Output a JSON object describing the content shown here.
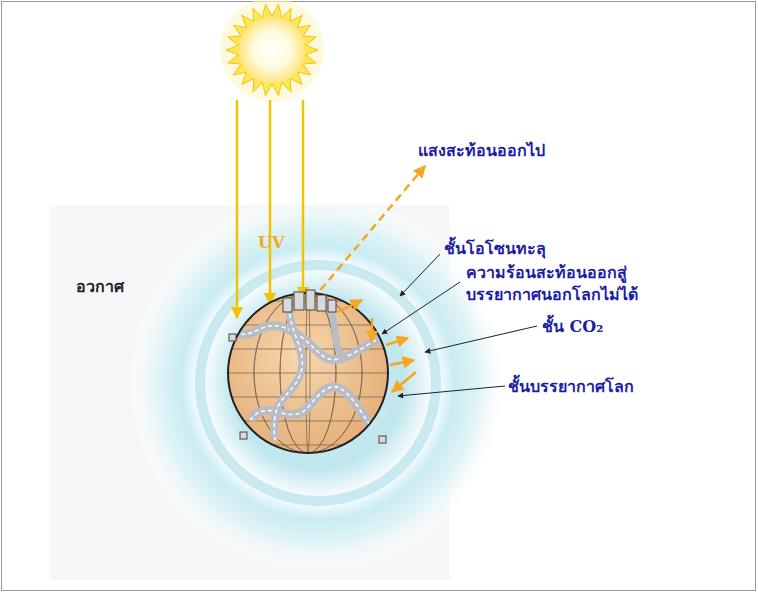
{
  "diagram": {
    "labels": [
      "แสงสะท้อนออกไป",
      "UV",
      "อวกาศ",
      "ชั้นโอโซนทะลุ",
      "ความร้อนสะท้อนออกสู่ บรรยากาศนอกโลกไม่ได้",
      "ชั้น CO₂",
      "ชั้นบรรยากาศโลก"
    ]
  }
}
